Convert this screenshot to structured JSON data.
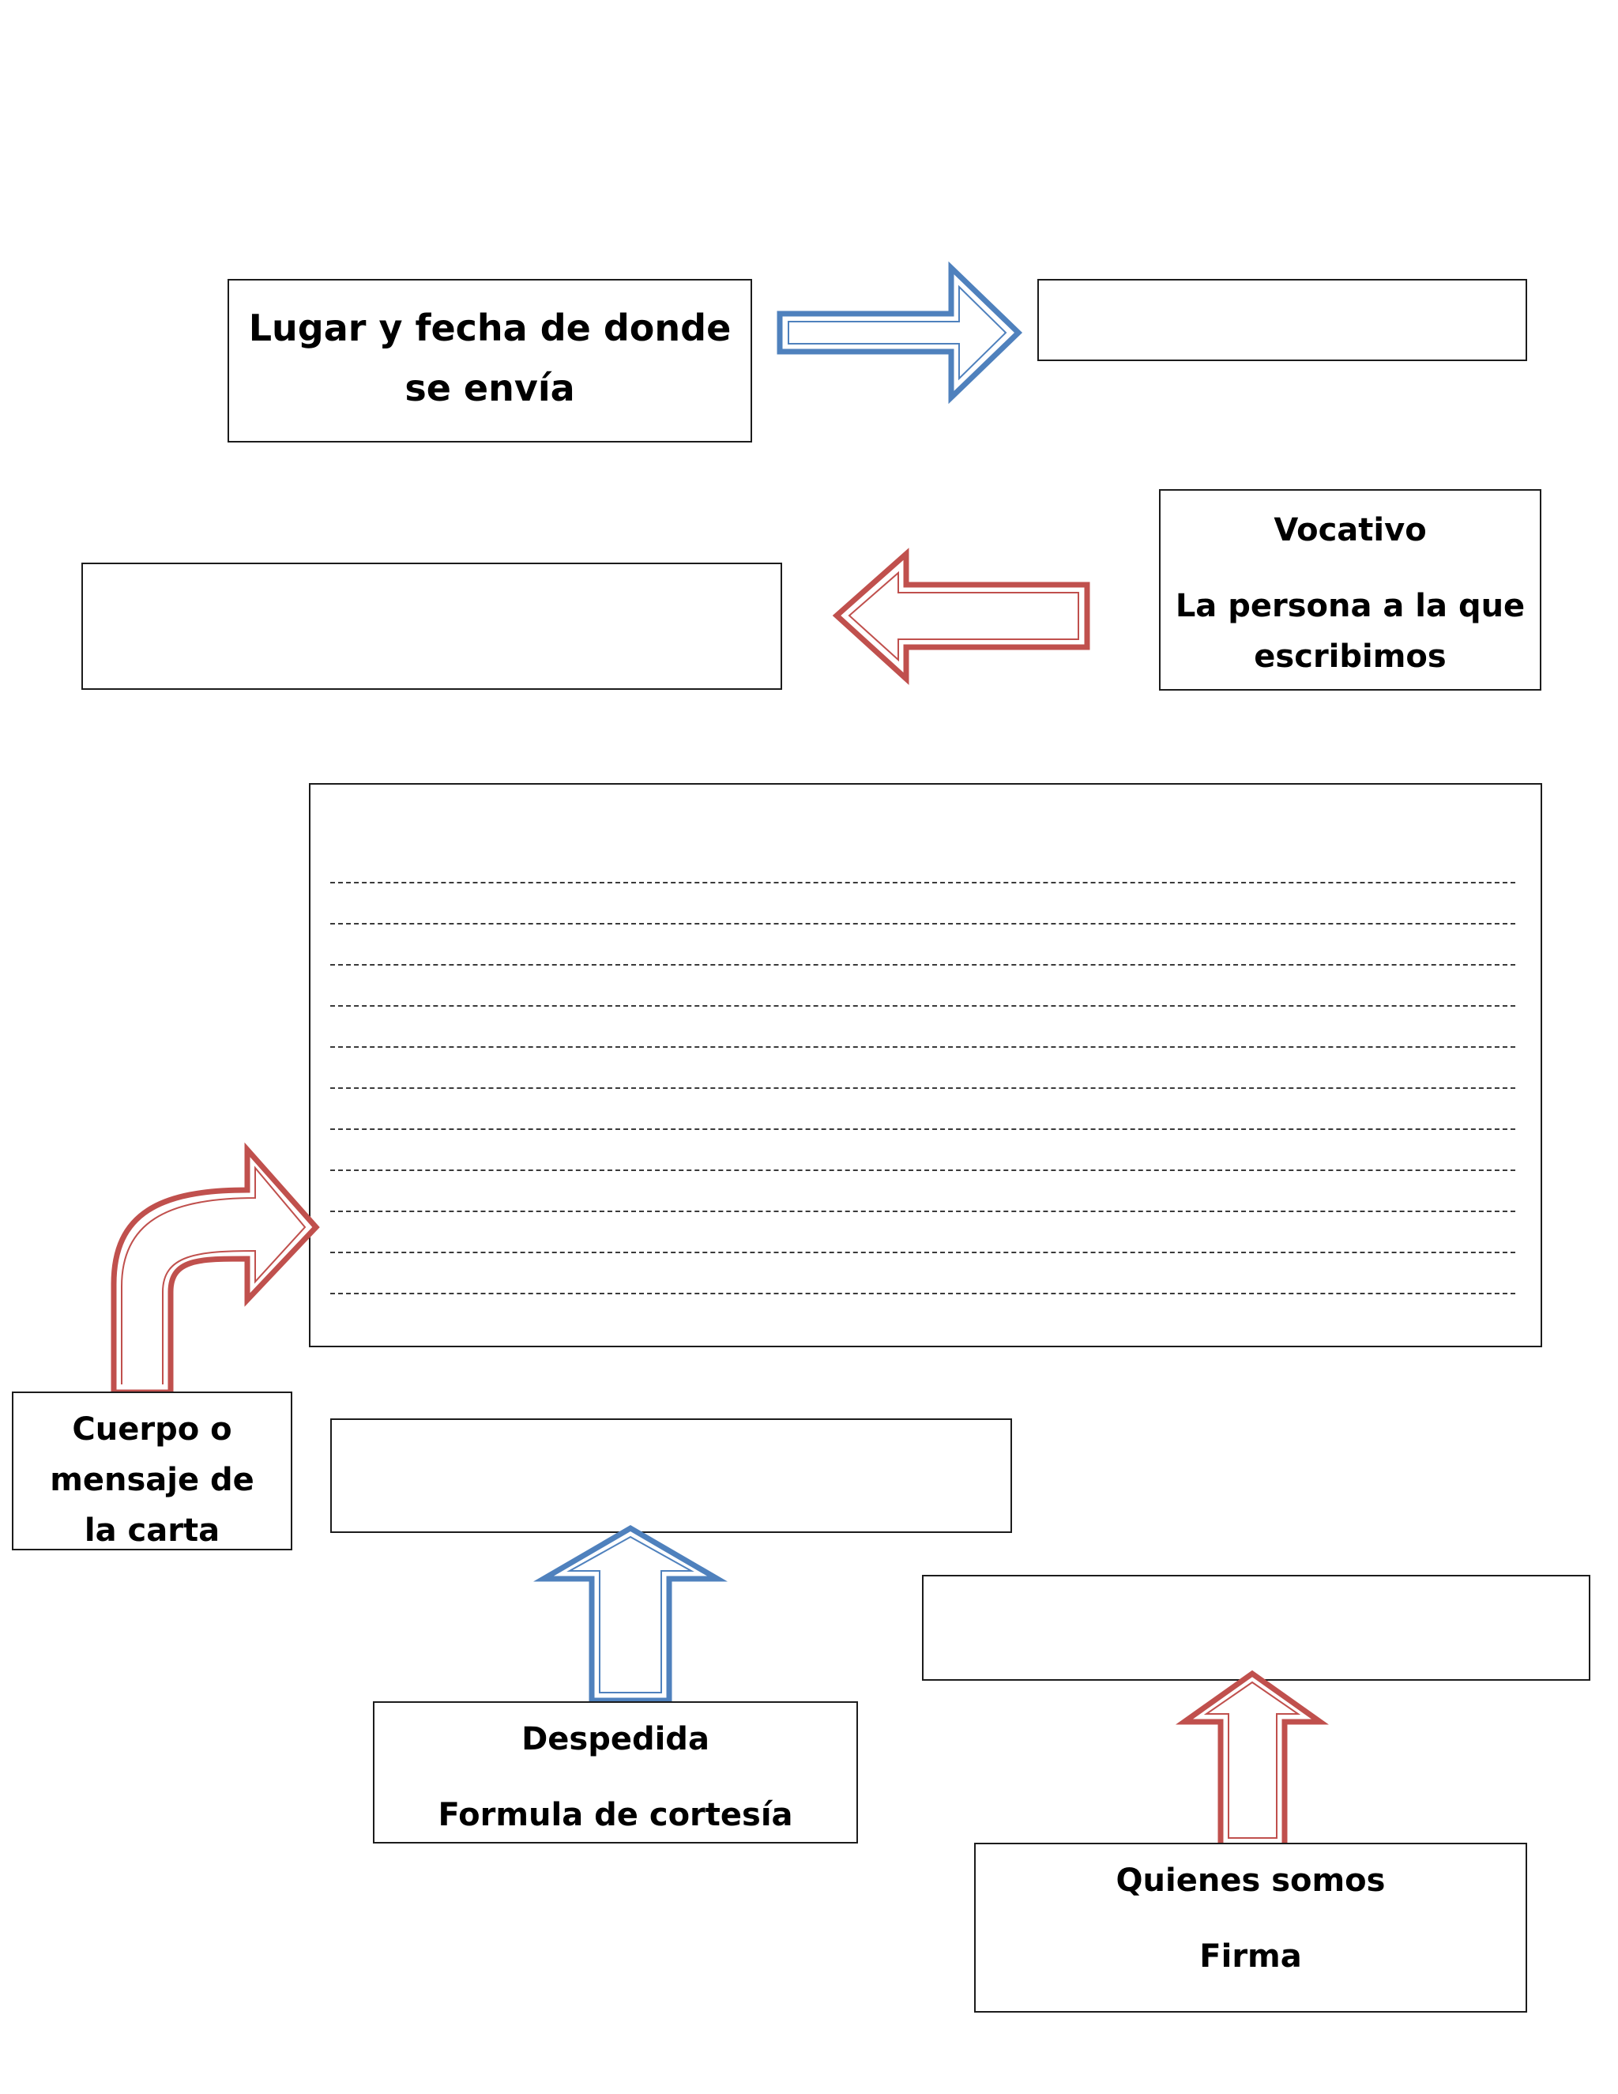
{
  "labels": {
    "lugar": [
      "Lugar y fecha de donde",
      "se envía"
    ],
    "vocativo": [
      "Vocativo",
      "La persona a la que escribimos"
    ],
    "cuerpo": [
      "Cuerpo o",
      "mensaje de",
      "la carta"
    ],
    "despedida": [
      "Despedida",
      "Formula de cortesía"
    ],
    "firma": [
      "Quienes somos",
      "Firma"
    ]
  },
  "writing_lines": 11,
  "colors": {
    "blue_arrow": "#4f81bd",
    "red_arrow": "#c0504d",
    "border": "#1c1c1c"
  }
}
